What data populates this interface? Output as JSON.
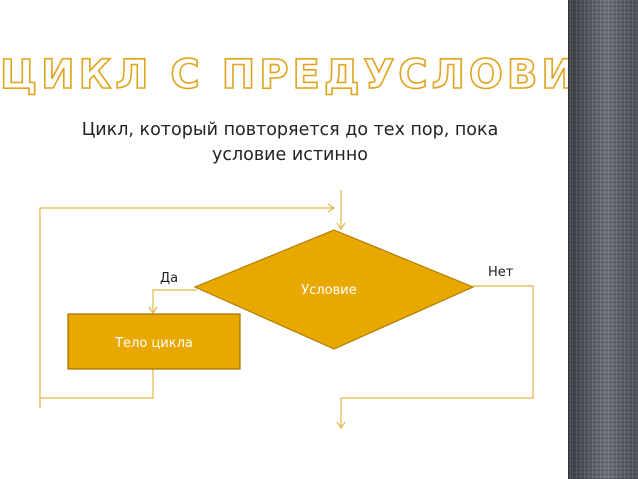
{
  "slide": {
    "title": "ЦИКЛ С ПРЕДУСЛОВИЕМ",
    "subtitle_line1": "Цикл, который повторяется до тех пор, пока",
    "subtitle_line2": "условие истинно"
  },
  "flowchart": {
    "condition_label": "Условие",
    "body_label": "Тело цикла",
    "yes_label": "Да",
    "no_label": "Нет"
  },
  "colors": {
    "accent": "#e8a800",
    "shape_border": "#b07d00",
    "line": "#e2b84a",
    "strip": "#4a4e55"
  }
}
